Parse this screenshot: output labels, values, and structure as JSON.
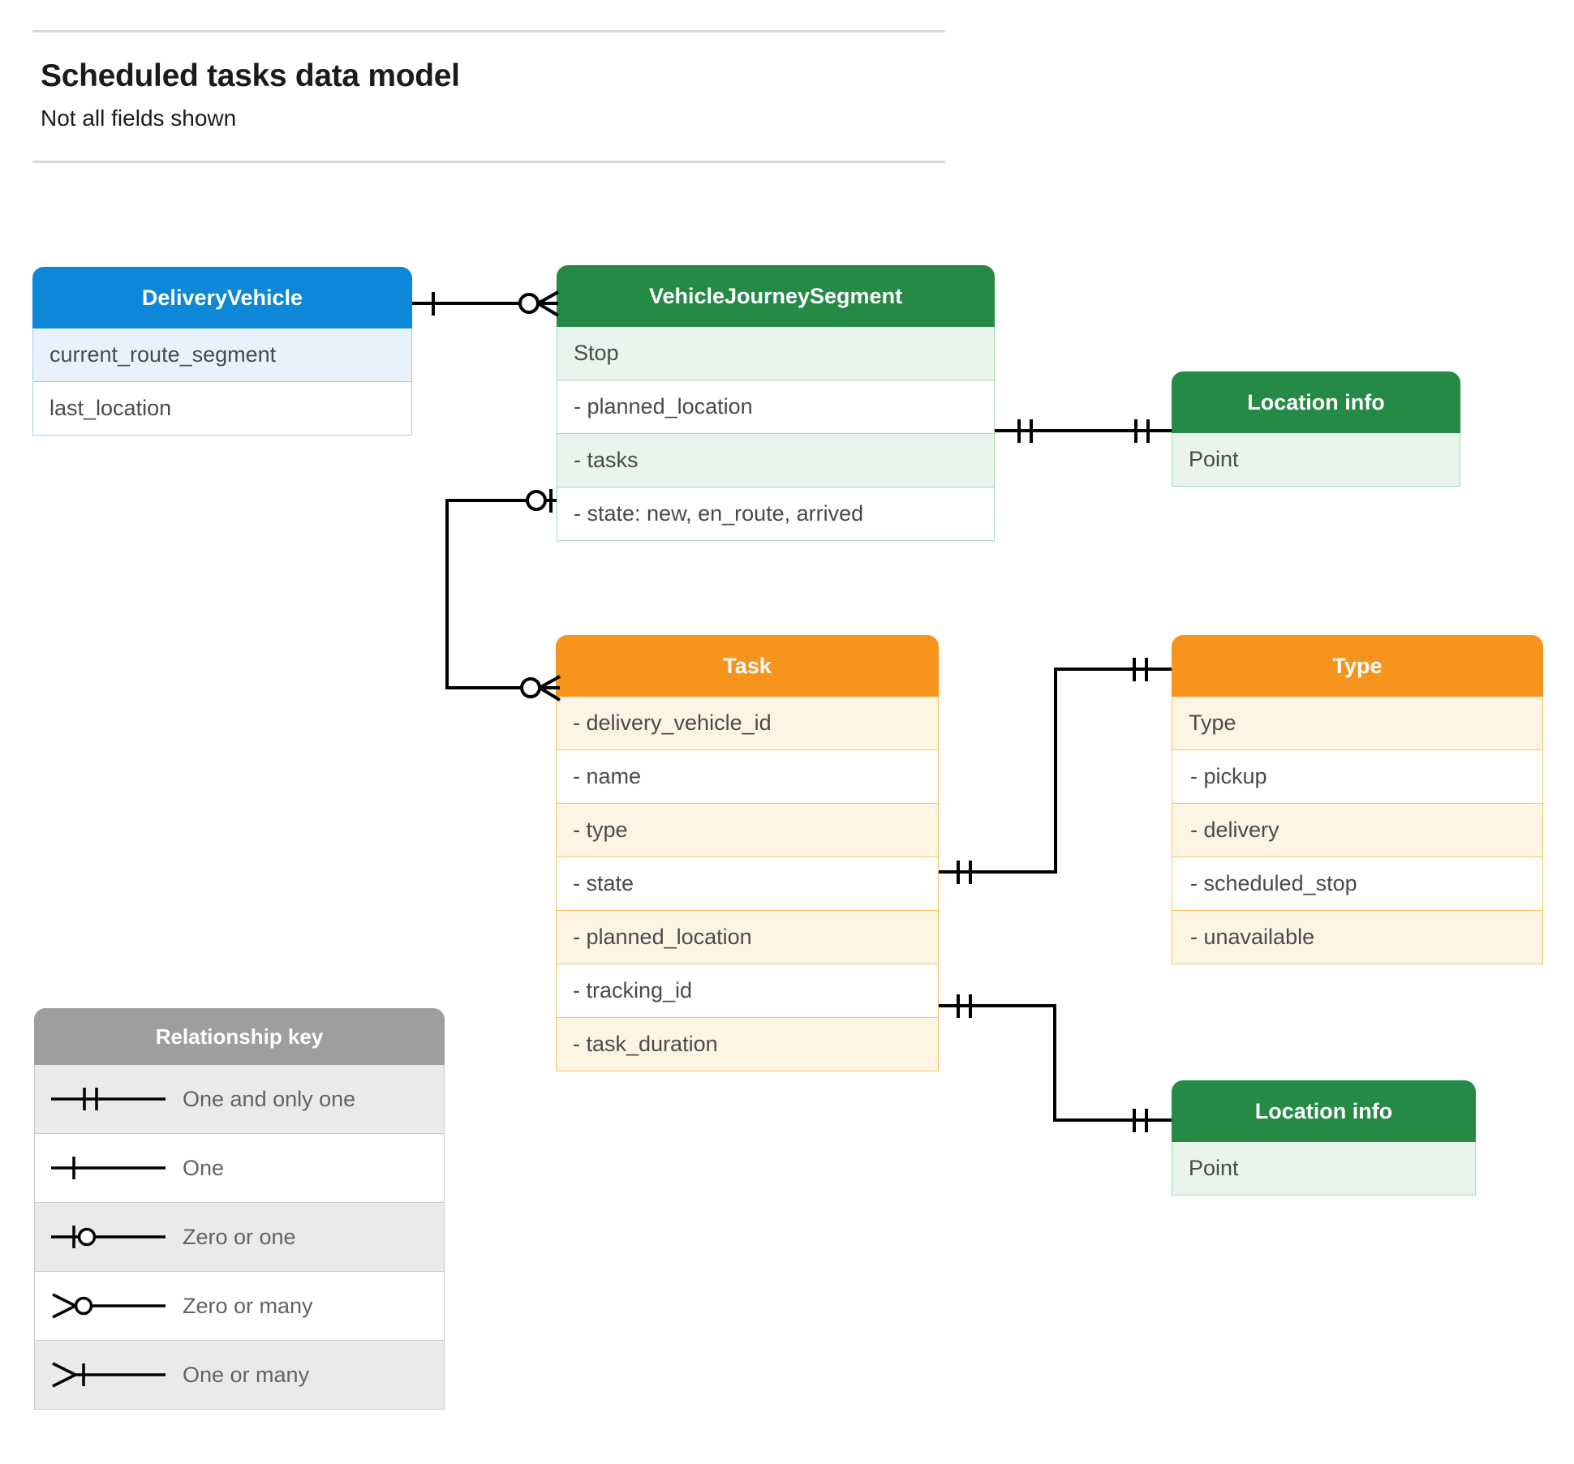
{
  "header": {
    "title": "Scheduled tasks data model",
    "subtitle": "Not all fields shown"
  },
  "colors": {
    "blue_header": "#0d87d8",
    "blue_row": "#e8f2fd",
    "blue_border": "#9ccdf3",
    "green_header": "#268a47",
    "green_row": "#e8f4ec",
    "green_border": "#a4d8b4",
    "orange_header": "#f7941e",
    "orange_row": "#fdf4e3",
    "orange_border": "#fbc45b",
    "grey_header": "#9e9e9e",
    "grey_row": "#eaeaea",
    "grey_border": "#c8c8c8",
    "rule": "#d8d8d8",
    "text": "#4a4a4a",
    "connector": "#000000"
  },
  "entities": [
    {
      "id": "deliveryvehicle",
      "title": "DeliveryVehicle",
      "color": "blue",
      "rows": [
        {
          "label": "current_route_segment",
          "shade": "alt"
        },
        {
          "label": "last_location",
          "shade": "plain"
        }
      ]
    },
    {
      "id": "journeysegment",
      "title": "VehicleJourneySegment",
      "color": "green",
      "rows": [
        {
          "label": "Stop",
          "shade": "alt"
        },
        {
          "label": "-  planned_location",
          "shade": "plain"
        },
        {
          "label": "- tasks",
          "shade": "alt"
        },
        {
          "label": "- state: new, en_route, arrived",
          "shade": "plain"
        }
      ]
    },
    {
      "id": "locationinfo-1",
      "title": "Location info",
      "color": "green",
      "rows": [
        {
          "label": "Point",
          "shade": "alt"
        }
      ]
    },
    {
      "id": "task",
      "title": "Task",
      "color": "orange",
      "rows": [
        {
          "label": "- delivery_vehicle_id",
          "shade": "alt"
        },
        {
          "label": "- name",
          "shade": "plain"
        },
        {
          "label": "- type",
          "shade": "alt"
        },
        {
          "label": "- state",
          "shade": "plain"
        },
        {
          "label": "- planned_location",
          "shade": "alt"
        },
        {
          "label": "- tracking_id",
          "shade": "plain"
        },
        {
          "label": "- task_duration",
          "shade": "alt"
        }
      ]
    },
    {
      "id": "type",
      "title": "Type",
      "color": "orange",
      "rows": [
        {
          "label": "Type",
          "shade": "alt"
        },
        {
          "label": "-   pickup",
          "shade": "plain"
        },
        {
          "label": "-   delivery",
          "shade": "alt"
        },
        {
          "label": "-   scheduled_stop",
          "shade": "plain"
        },
        {
          "label": "-   unavailable",
          "shade": "alt"
        }
      ]
    },
    {
      "id": "locationinfo-2",
      "title": "Location info",
      "color": "green",
      "rows": [
        {
          "label": "Point",
          "shade": "alt"
        }
      ]
    }
  ],
  "legend": {
    "title": "Relationship key",
    "items": [
      {
        "symbol": "one-and-only-one",
        "label": "One and only one",
        "shade": "alt"
      },
      {
        "symbol": "one",
        "label": "One",
        "shade": "plain"
      },
      {
        "symbol": "zero-or-one",
        "label": "Zero or one",
        "shade": "alt"
      },
      {
        "symbol": "zero-or-many",
        "label": "Zero or many",
        "shade": "plain"
      },
      {
        "symbol": "one-or-many",
        "label": "One or many",
        "shade": "alt"
      }
    ]
  },
  "relationships": [
    {
      "id": "deliveryvehicle-journeysegment",
      "from": "DeliveryVehicle",
      "from_cardinality": "one",
      "to": "VehicleJourneySegment",
      "to_cardinality": "zero-or-many"
    },
    {
      "id": "journeysegment-tasks-task",
      "from": "VehicleJourneySegment.tasks",
      "from_cardinality": "zero-or-one",
      "to": "Task",
      "to_cardinality": "zero-or-many"
    },
    {
      "id": "journeysegment-planned-location",
      "from": "VehicleJourneySegment.planned_location",
      "from_cardinality": "one-and-only-one",
      "to": "Location info",
      "to_cardinality": "one-and-only-one"
    },
    {
      "id": "task-type",
      "from": "Task.type",
      "from_cardinality": "one-and-only-one",
      "to": "Type",
      "to_cardinality": "one-and-only-one"
    },
    {
      "id": "task-planned-location",
      "from": "Task.planned_location",
      "from_cardinality": "one-and-only-one",
      "to": "Location info",
      "to_cardinality": "one-and-only-one"
    }
  ]
}
